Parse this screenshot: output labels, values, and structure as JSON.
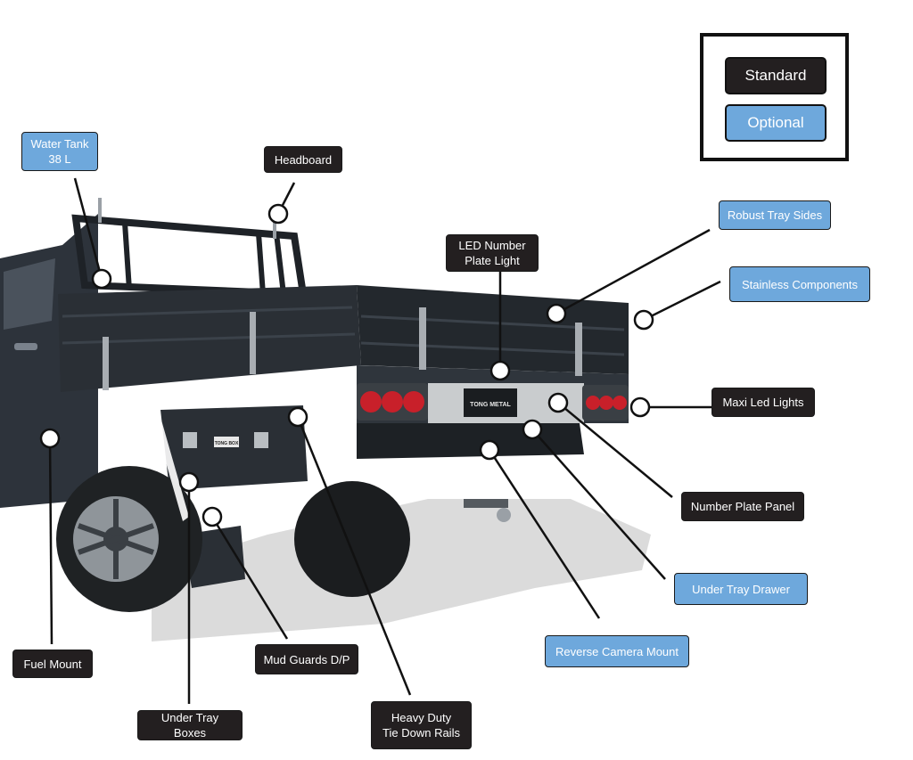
{
  "legend": {
    "standard": "Standard",
    "optional": "Optional",
    "colors": {
      "standard": "#231f20",
      "optional": "#6ea8dc"
    }
  },
  "tray": {
    "brand_plate": "TONG METAL",
    "toolbox_badge": "TONG BOX"
  },
  "callouts": [
    {
      "key": "water-tank",
      "text": "Water Tank\n38 L",
      "category": "optional"
    },
    {
      "key": "headboard",
      "text": "Headboard",
      "category": "standard"
    },
    {
      "key": "led-number-plate-light",
      "text": "LED Number\nPlate Light",
      "category": "standard"
    },
    {
      "key": "robust-tray-sides",
      "text": "Robust Tray Sides",
      "category": "optional"
    },
    {
      "key": "stainless-components",
      "text": "Stainless Components",
      "category": "optional"
    },
    {
      "key": "maxi-led-lights",
      "text": "Maxi Led Lights",
      "category": "standard"
    },
    {
      "key": "number-plate-panel",
      "text": "Number Plate Panel",
      "category": "standard"
    },
    {
      "key": "under-tray-drawer",
      "text": "Under Tray Drawer",
      "category": "optional"
    },
    {
      "key": "reverse-camera-mount",
      "text": "Reverse Camera Mount",
      "category": "optional"
    },
    {
      "key": "heavy-duty-tie-down-rails",
      "text": "Heavy Duty\nTie Down Rails",
      "category": "standard"
    },
    {
      "key": "mud-guards",
      "text": "Mud Guards D/P",
      "category": "standard"
    },
    {
      "key": "under-tray-boxes",
      "text": "Under Tray Boxes",
      "category": "standard"
    },
    {
      "key": "fuel-mount",
      "text": "Fuel Mount",
      "category": "standard"
    }
  ]
}
